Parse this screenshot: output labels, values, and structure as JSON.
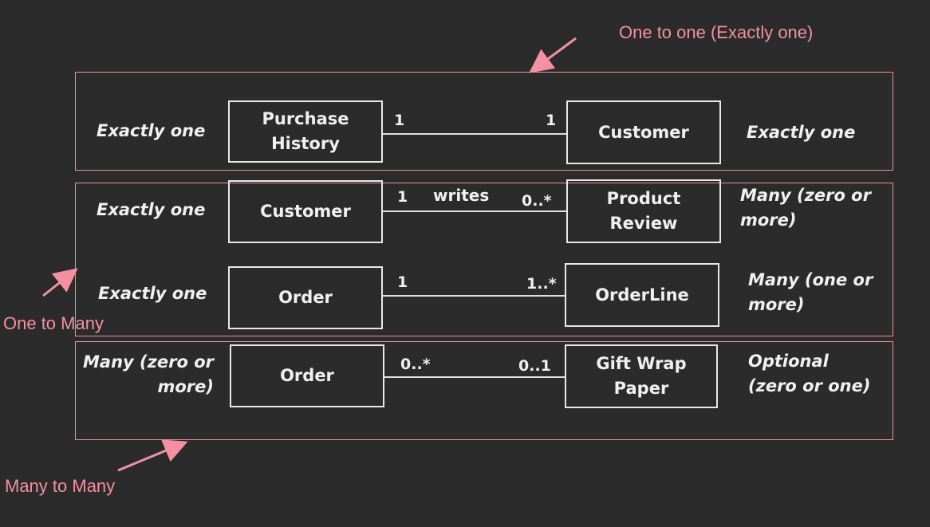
{
  "annotations": {
    "one_to_one": "One to one (Exactly one)",
    "one_to_many": "One to Many",
    "many_to_many": "Many to Many"
  },
  "rows": [
    {
      "left_label": "Exactly one",
      "left_box": "Purchase\nHistory",
      "left_mult": "1",
      "verb": "",
      "right_mult": "1",
      "right_box": "Customer",
      "right_label": "Exactly one"
    },
    {
      "left_label": "Exactly one",
      "left_box": "Customer",
      "left_mult": "1",
      "verb": "writes",
      "right_mult": "0..*",
      "right_box": "Product\nReview",
      "right_label": "Many (zero or\nmore)"
    },
    {
      "left_label": "Exactly one",
      "left_box": "Order",
      "left_mult": "1",
      "verb": "",
      "right_mult": "1..*",
      "right_box": "OrderLine",
      "right_label": "Many (one or\nmore)"
    },
    {
      "left_label": "Many (zero or\nmore)",
      "left_box": "Order",
      "left_mult": "0..*",
      "verb": "",
      "right_mult": "0..1",
      "right_box": "Gift Wrap\nPaper",
      "right_label": "Optional\n(zero or one)"
    }
  ],
  "colors": {
    "background": "#2b2b2b",
    "annotation": "#f590a0",
    "frame": "#f08fa0",
    "foreground": "#f0f0f0"
  }
}
